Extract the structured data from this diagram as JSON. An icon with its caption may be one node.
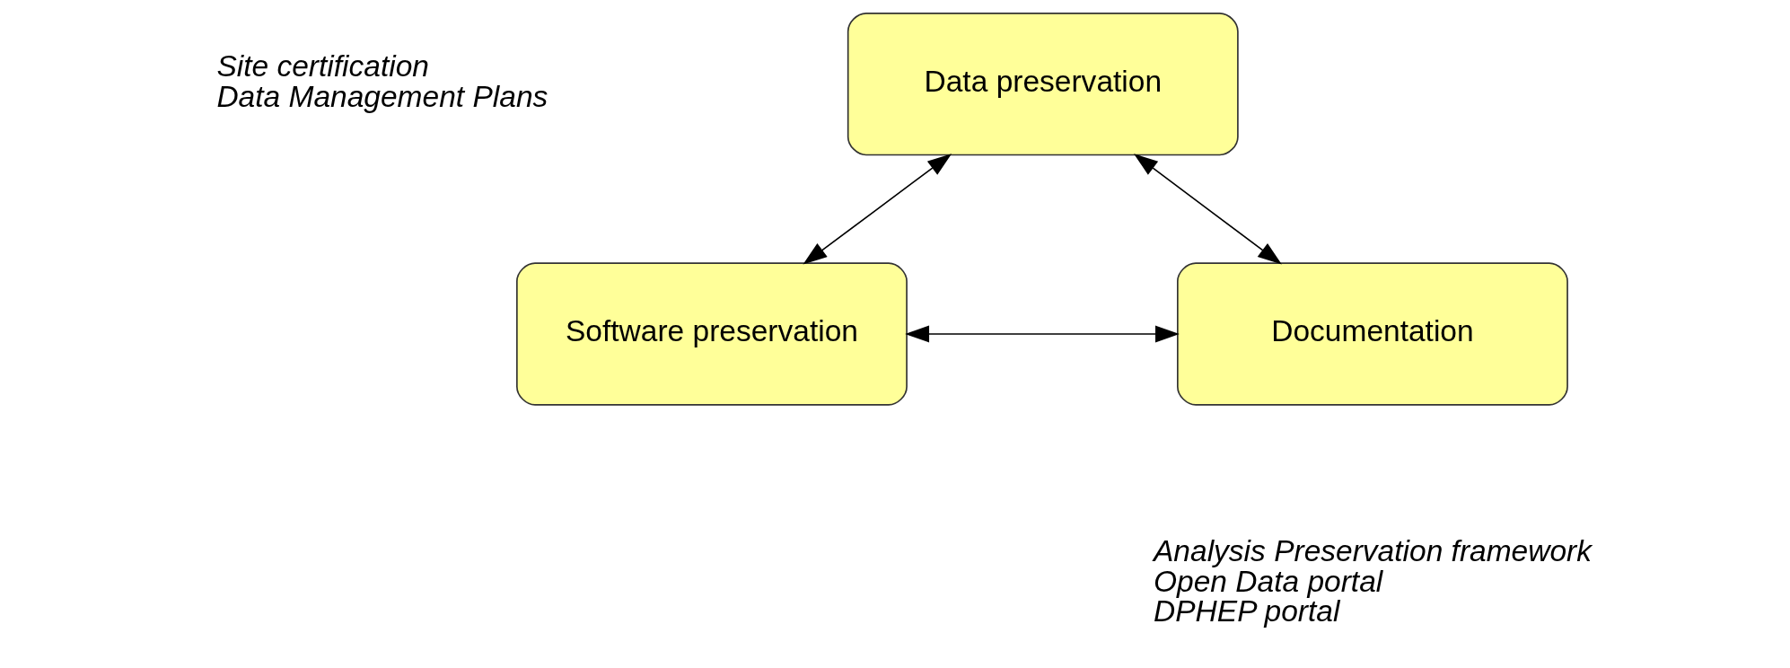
{
  "diagram": {
    "nodes": [
      {
        "text": [
          "Data preservation"
        ],
        "beside": [
          "Site certification",
          "Data Management Plans"
        ]
      },
      {
        "text": [
          "Software preservation"
        ]
      },
      {
        "text": [
          "Documentation"
        ],
        "beside": [
          "Analysis Preservation framework",
          "Open Data portal",
          "DPHEP portal"
        ]
      }
    ],
    "edges": [
      {
        "from": 0,
        "to": 1,
        "arrow": "both"
      },
      {
        "from": 0,
        "to": 2,
        "arrow": "both"
      },
      {
        "from": 1,
        "to": 2,
        "arrow": "both"
      }
    ]
  }
}
